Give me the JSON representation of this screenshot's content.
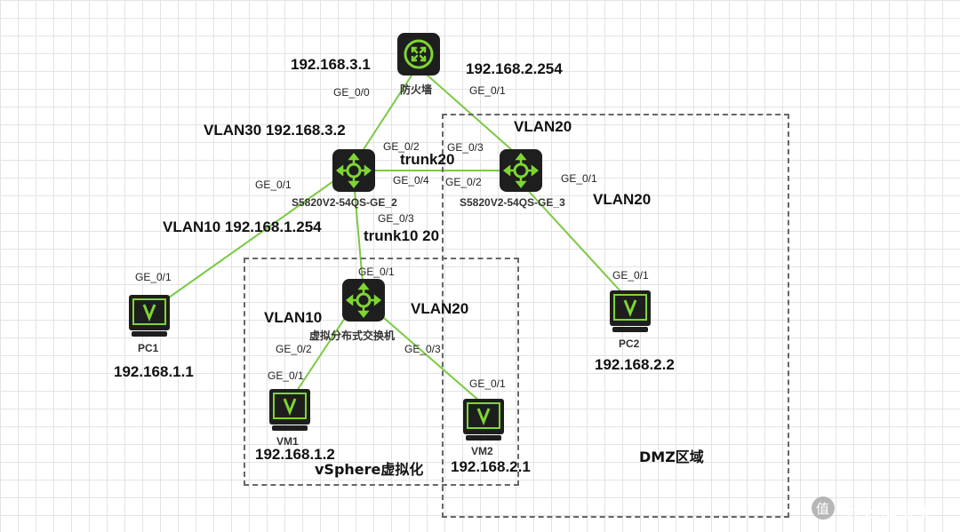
{
  "devices": {
    "firewall": {
      "label": "防火墙"
    },
    "sw2": {
      "label": "S5820V2-54QS-GE_2"
    },
    "sw3": {
      "label": "S5820V2-54QS-GE_3"
    },
    "vds": {
      "label": "虚拟分布式交换机"
    },
    "pc1": {
      "label": "PC1",
      "ip": "192.168.1.1"
    },
    "pc2": {
      "label": "PC2",
      "ip": "192.168.2.2"
    },
    "vm1": {
      "label": "VM1",
      "ip": "192.168.1.2"
    },
    "vm2": {
      "label": "VM2",
      "ip": "192.168.2.1"
    }
  },
  "annotations": {
    "fw_ip_left": "192.168.3.1",
    "fw_ip_right": "192.168.2.254",
    "sw2_vlan30": "VLAN30 192.168.3.2",
    "sw2_vlan10": "VLAN10 192.168.1.254",
    "trunk20": "trunk20",
    "trunk10_20": "trunk10 20",
    "sw3_vlan20_top": "VLAN20",
    "sw3_vlan20_right": "VLAN20",
    "vds_vlan10": "VLAN10",
    "vds_vlan20": "VLAN20"
  },
  "ports": {
    "fw_ge00": "GE_0/0",
    "fw_ge01": "GE_0/1",
    "sw2_ge02": "GE_0/2",
    "sw2_ge01": "GE_0/1",
    "sw2_ge04": "GE_0/4",
    "sw2_ge03": "GE_0/3",
    "sw3_ge03": "GE_0/3",
    "sw3_ge02": "GE_0/2",
    "sw3_ge01": "GE_0/1",
    "pc1_ge01": "GE_0/1",
    "pc2_ge01": "GE_0/1",
    "vds_ge01": "GE_0/1",
    "vds_ge02": "GE_0/2",
    "vds_ge03": "GE_0/3",
    "vm1_ge01": "GE_0/1",
    "vm2_ge01": "GE_0/1"
  },
  "zones": {
    "vsphere": "vSphere虚拟化",
    "dmz": "DMZ区域"
  },
  "watermark": {
    "text": "什么值得买",
    "symbol": "值"
  },
  "colors": {
    "link": "#7ac943",
    "device_bg": "#1e1e1e",
    "device_icon": "#7fd633",
    "zone_border": "#666666"
  },
  "icons": {
    "router": "router-arrows-icon",
    "switch": "switch-arrows-icon",
    "pc": "monitor-v-icon"
  }
}
